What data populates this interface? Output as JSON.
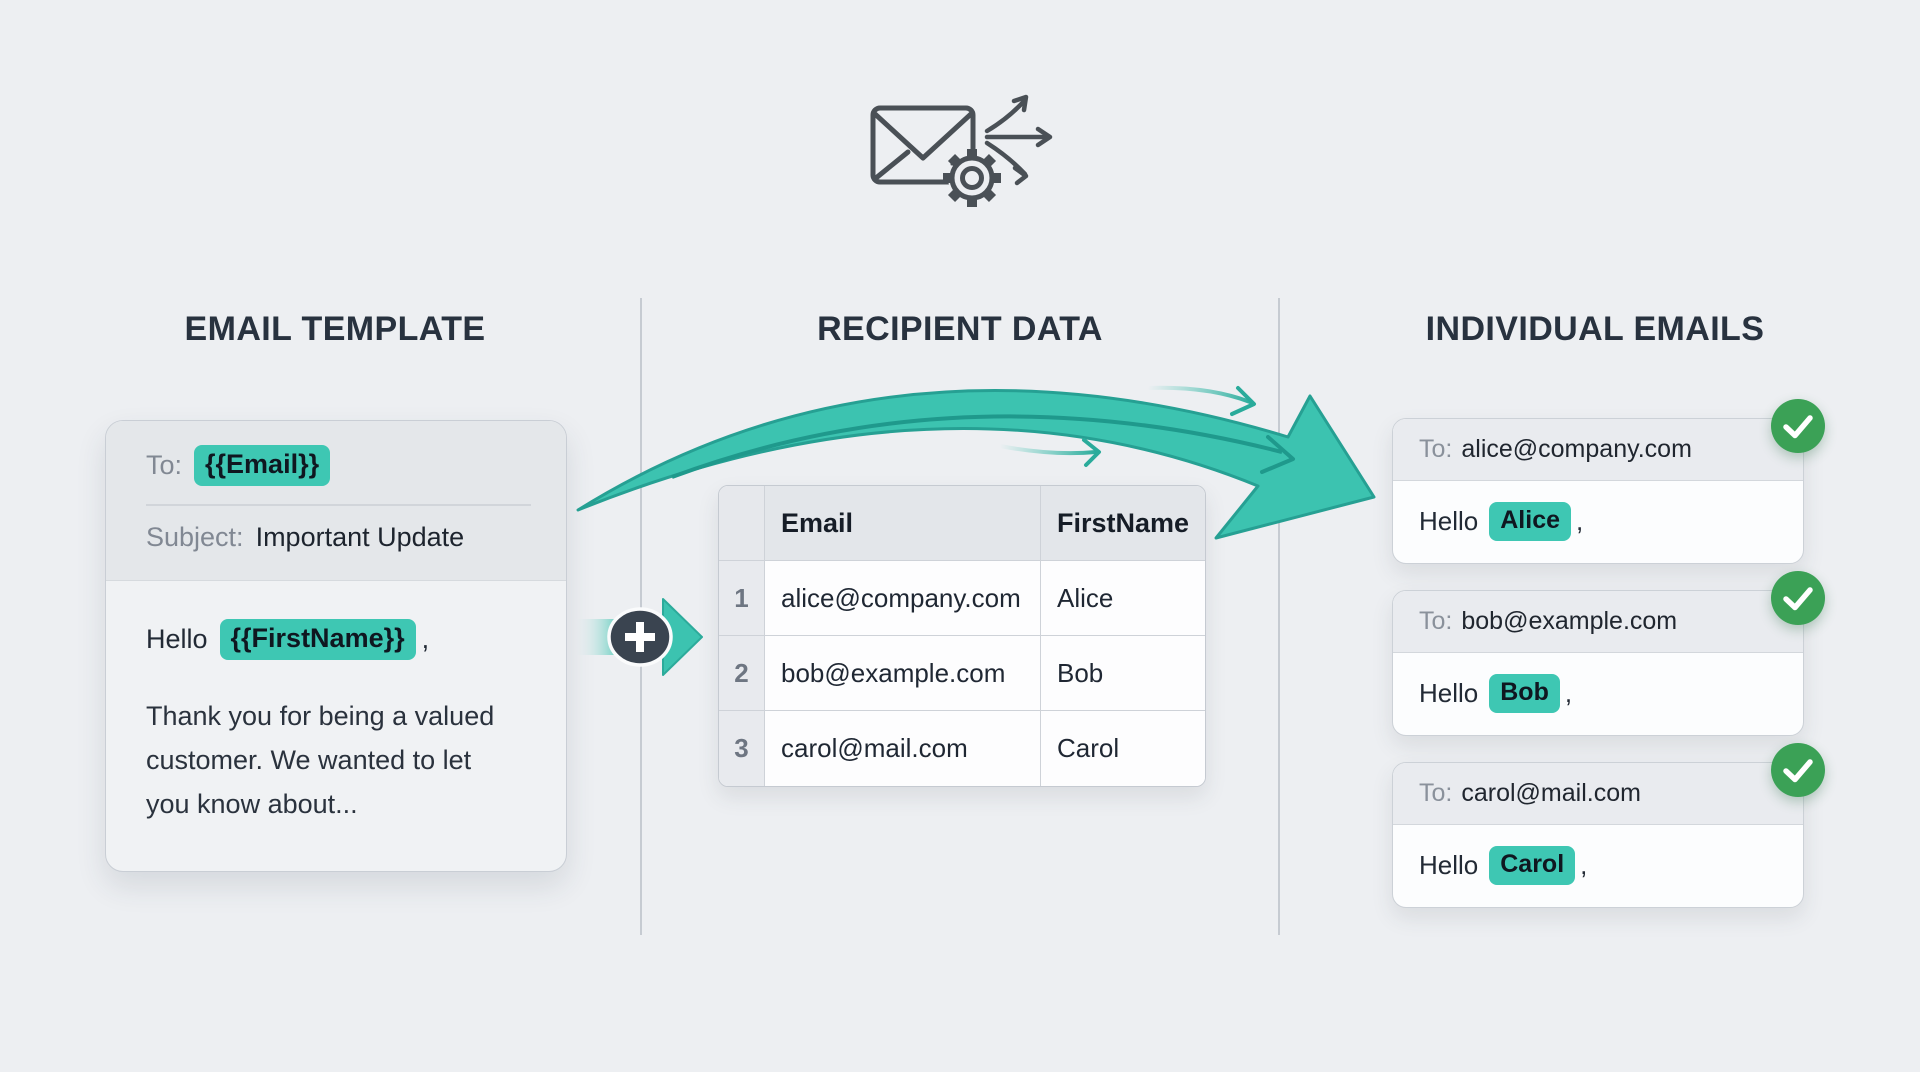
{
  "colors": {
    "accent_teal": "#3EC7B3",
    "arrow_teal": "#3CC3B0",
    "badge_green": "#3BA156",
    "heading_dark": "#28323F",
    "background": "#EDEFF2"
  },
  "headings": {
    "template": "EMAIL TEMPLATE",
    "recipients": "RECIPIENT DATA",
    "emails": "INDIVIDUAL EMAILS"
  },
  "template_card": {
    "to_label": "To:",
    "to_placeholder": "{{Email}}",
    "subject_label": "Subject:",
    "subject_value": "Important Update",
    "greeting_prefix": "Hello",
    "greeting_placeholder": "{{FirstName}}",
    "greeting_suffix": ",",
    "body_lines": [
      "Thank you for being a valued",
      "customer. We wanted to let",
      "you know about..."
    ]
  },
  "recipient_table": {
    "headers": [
      "Email",
      "FirstName"
    ],
    "rows": [
      {
        "num": "1",
        "email": "alice@company.com",
        "first_name": "Alice"
      },
      {
        "num": "2",
        "email": "bob@example.com",
        "first_name": "Bob"
      },
      {
        "num": "3",
        "email": "carol@mail.com",
        "first_name": "Carol"
      }
    ]
  },
  "email_cards": [
    {
      "to_label": "To:",
      "to_value": "alice@company.com",
      "greeting_prefix": "Hello",
      "name": "Alice",
      "greeting_suffix": ","
    },
    {
      "to_label": "To:",
      "to_value": "bob@example.com",
      "greeting_prefix": "Hello",
      "name": "Bob",
      "greeting_suffix": ","
    },
    {
      "to_label": "To:",
      "to_value": "carol@mail.com",
      "greeting_prefix": "Hello",
      "name": "Carol",
      "greeting_suffix": ","
    }
  ],
  "icons": {
    "header_icon": "envelope-with-gear-and-split-arrows",
    "merge_arrow": "large-teal-swoosh-arrow",
    "plus_connector": "plus-circle-with-arrow",
    "sent_badge": "green-check-circle"
  }
}
